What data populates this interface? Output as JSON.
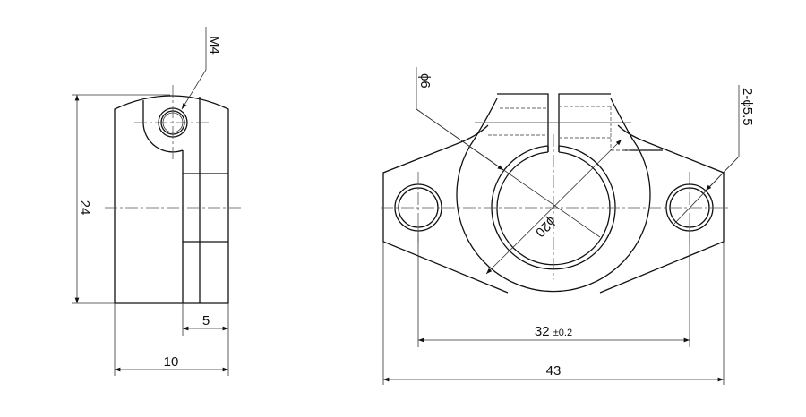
{
  "side_view": {
    "thread_label": "M4",
    "height_dim": "24",
    "slot_depth_dim": "5",
    "width_dim": "10"
  },
  "front_view": {
    "pin_hole_label": "ϕ6",
    "bore_label": "ϕ20",
    "mount_holes_label": "2-ϕ5.5",
    "hole_spacing_dim": "32",
    "hole_spacing_tol": "±0.2",
    "overall_width_dim": "43"
  },
  "colors": {
    "line": "#111111",
    "background": "#ffffff"
  }
}
